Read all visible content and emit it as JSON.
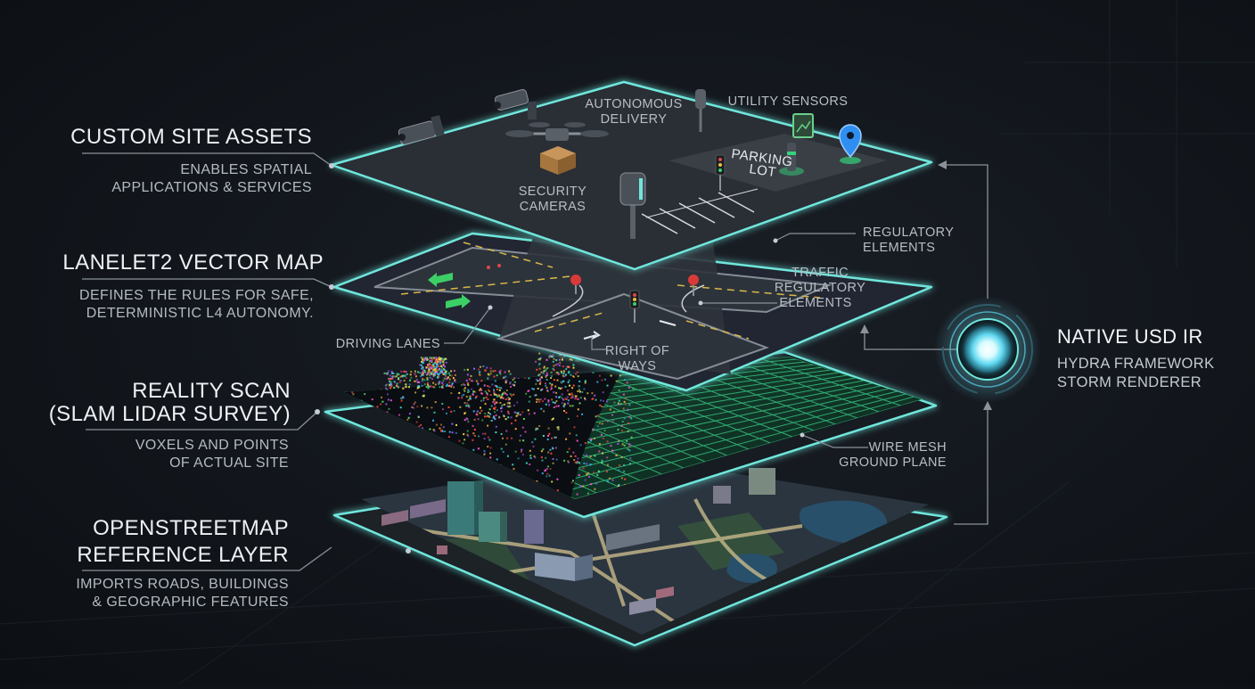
{
  "layers": [
    {
      "id": "custom-site-assets",
      "title_lines": [
        "CUSTOM SITE ASSETS"
      ],
      "desc_lines": [
        "ENABLES SPATIAL",
        "APPLICATIONS & SERVICES"
      ],
      "callouts": [
        {
          "id": "autonomous-delivery",
          "lines": [
            "AUTONOMOUS",
            "DELIVERY"
          ]
        },
        {
          "id": "utility-sensors",
          "lines": [
            "UTILITY SENSORS"
          ]
        },
        {
          "id": "parking-lot",
          "lines": [
            "PARKING",
            "LOT"
          ]
        },
        {
          "id": "security-cameras",
          "lines": [
            "SECURITY",
            "CAMERAS"
          ]
        }
      ]
    },
    {
      "id": "lanelet2-vector-map",
      "title_lines": [
        "LANELET2 VECTOR MAP"
      ],
      "desc_lines": [
        "DEFINES THE RULES FOR SAFE,",
        "DETERMINISTIC L4 AUTONOMY."
      ],
      "callouts": [
        {
          "id": "regulatory-elements",
          "lines": [
            "REGULATORY",
            "ELEMENTS"
          ]
        },
        {
          "id": "traffic-regulatory-elements",
          "lines": [
            "TRAFFIC",
            "REGULATORY",
            "ELEMENTS"
          ]
        },
        {
          "id": "driving-lanes",
          "lines": [
            "DRIVING LANES"
          ]
        },
        {
          "id": "right-of-ways",
          "lines": [
            "RIGHT OF",
            "WAYS"
          ]
        }
      ]
    },
    {
      "id": "reality-scan",
      "title_lines": [
        "REALITY SCAN",
        "(SLAM LIDAR SURVEY)"
      ],
      "desc_lines": [
        "VOXELS AND POINTS",
        "OF ACTUAL SITE"
      ],
      "callouts": [
        {
          "id": "wire-mesh-ground-plane",
          "lines": [
            "WIRE MESH",
            "GROUND PLANE"
          ]
        }
      ]
    },
    {
      "id": "openstreetmap-reference-layer",
      "title_lines": [
        "OPENSTREETMAP",
        "REFERENCE LAYER"
      ],
      "desc_lines": [
        "IMPORTS ROADS, BUILDINGS",
        "& GEOGRAPHIC FEATURES"
      ],
      "callouts": []
    }
  ],
  "hub": {
    "title": "NATIVE USD IR",
    "lines": [
      "HYDRA FRAMEWORK",
      "STORM RENDERER"
    ]
  },
  "colors": {
    "glow": "#6fe6dc",
    "panel": "#2a2f36",
    "accent_green": "#34d27a",
    "pin_blue": "#2f8ff0",
    "map_water": "#28506a"
  }
}
